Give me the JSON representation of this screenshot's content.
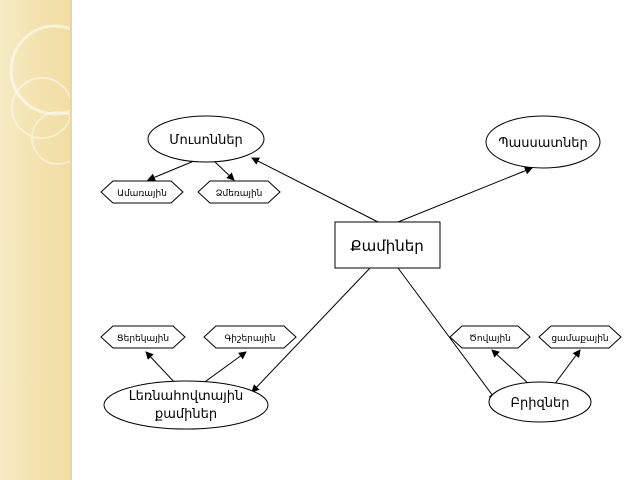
{
  "diagram": {
    "center": {
      "label": "Քամիներ"
    },
    "ellipses": [
      {
        "id": "musonner",
        "lines": [
          "Մուսոններ"
        ]
      },
      {
        "id": "passatner",
        "lines": [
          "Պասսատներ"
        ]
      },
      {
        "id": "lernahovtayin",
        "lines": [
          "Լեռնահովտային",
          "քամիներ"
        ]
      },
      {
        "id": "brizner",
        "lines": [
          "Բրիզներ"
        ]
      }
    ],
    "hexagons": [
      {
        "id": "amarayin",
        "label": "Ամառային"
      },
      {
        "id": "dzmerayin",
        "label": "Ձմեռային"
      },
      {
        "id": "tsereknayin",
        "label": "Ցերեկային"
      },
      {
        "id": "gisherayin",
        "label": "Գիշերային"
      },
      {
        "id": "tsovayin",
        "label": "Ծովային"
      },
      {
        "id": "tsamakayin",
        "label": "ցամաքային"
      }
    ]
  }
}
